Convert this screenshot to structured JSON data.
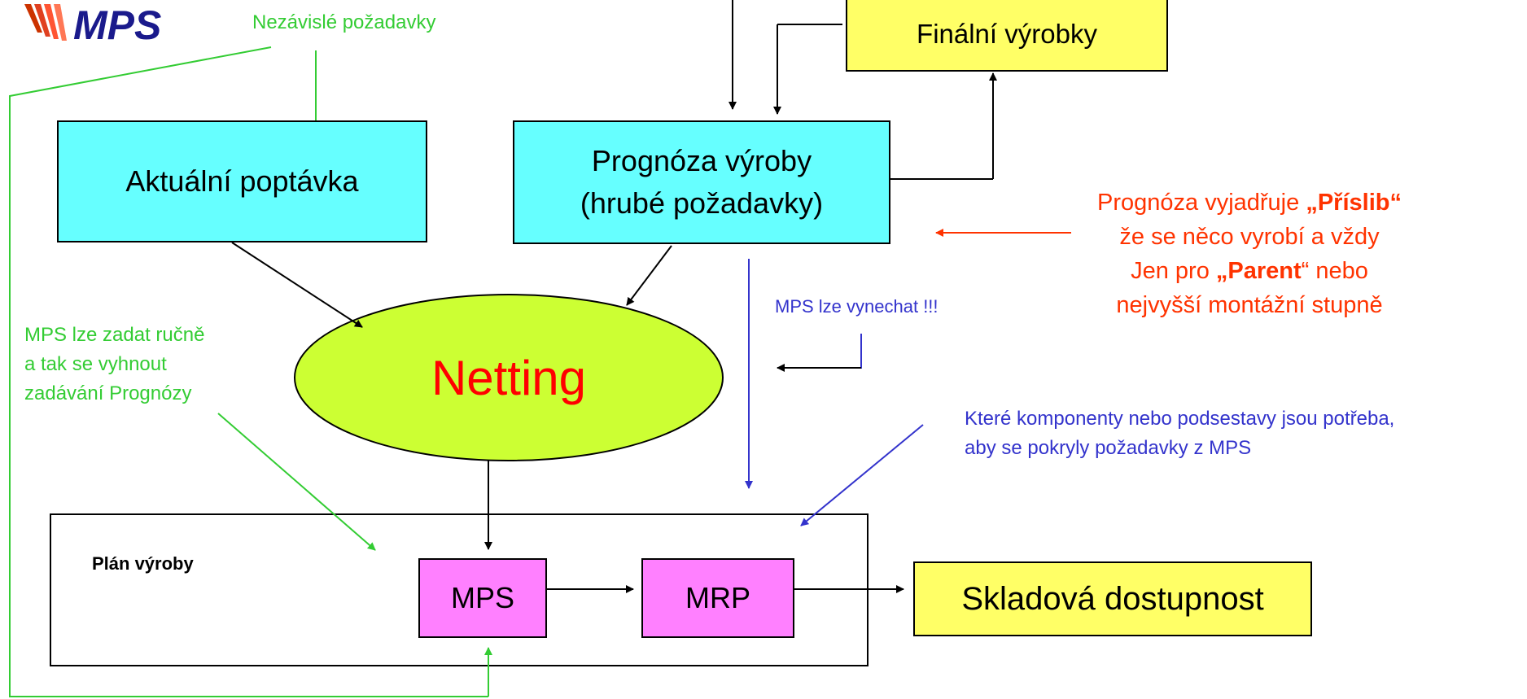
{
  "logo": {
    "text": "MPS"
  },
  "labels": {
    "independent_requirements": "Nezávislé požadavky",
    "mps_manual_1": "MPS lze zadat ručně",
    "mps_manual_2": "a tak se vyhnout",
    "mps_manual_3": "zadávání Prognózy",
    "mps_skip": "MPS lze vynechat !!!",
    "components_1": "Které komponenty nebo podsestavy jsou potřeba,",
    "components_2": "aby se pokryly požadavky z MPS"
  },
  "forecast_note": {
    "line1_pre": "Prognóza vyjadřuje ",
    "line1_bold": "„Příslib“",
    "line2": "že se něco vyrobí a vždy",
    "line3_pre": "Jen pro ",
    "line3_bold": "„Parent",
    "line3_post": "“  nebo",
    "line4": "nejvyšší montážní stupně"
  },
  "boxes": {
    "final_products": "Finální výrobky",
    "actual_demand": "Aktuální poptávka",
    "forecast_line1": "Prognóza výroby",
    "forecast_line2": "(hrubé požadavky)",
    "netting": "Netting",
    "production_plan": "Plán výroby",
    "mps": "MPS",
    "mrp": "MRP",
    "stock_availability": "Skladová dostupnost"
  },
  "colors": {
    "cyan_box": "#66ffff",
    "yellow_box": "#ffff66",
    "pink_box": "#ff80ff",
    "netting_ellipse": "#ccff33",
    "red_text": "#ff3300",
    "blue_text": "#3333cc",
    "green_text": "#33cc33"
  }
}
